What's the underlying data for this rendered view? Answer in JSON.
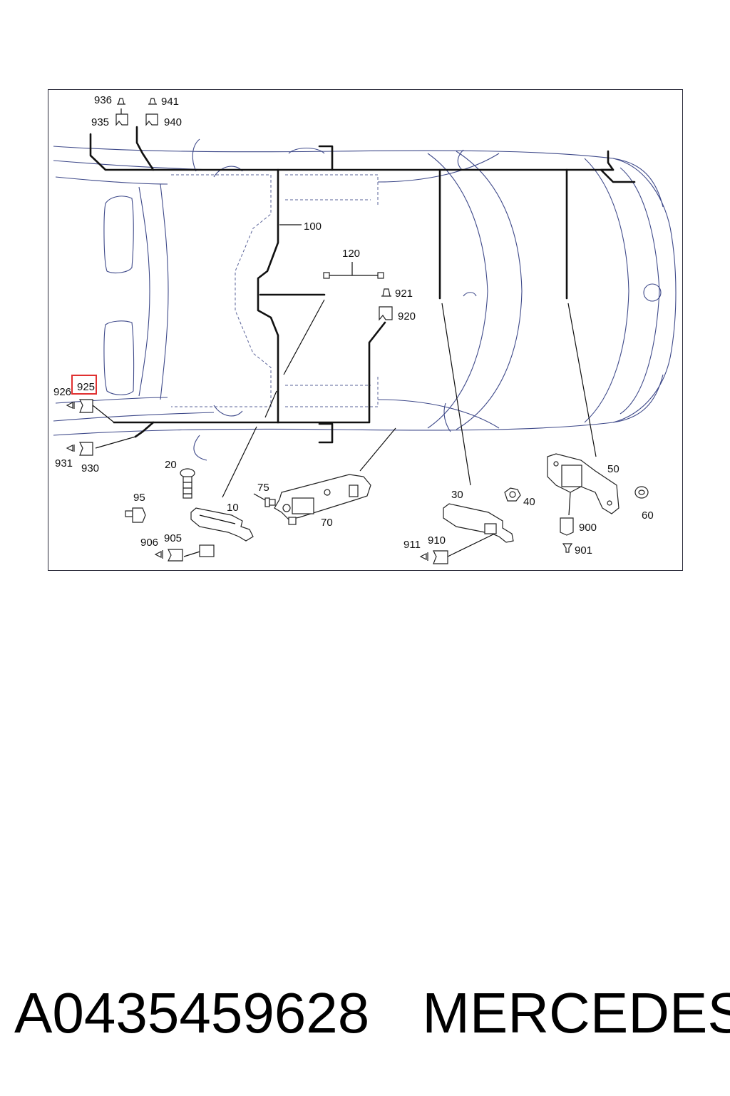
{
  "diagram": {
    "labels": {
      "l936": "936",
      "l941": "941",
      "l935": "935",
      "l940": "940",
      "l100": "100",
      "l120": "120",
      "l921": "921",
      "l920": "920",
      "l926": "926",
      "l925": "925",
      "l931": "931",
      "l930": "930",
      "l20": "20",
      "l95": "95",
      "l75": "75",
      "l10": "10",
      "l70": "70",
      "l906": "906",
      "l905": "905",
      "l30": "30",
      "l40": "40",
      "l911": "911",
      "l910": "910",
      "l50": "50",
      "l60": "60",
      "l900": "900",
      "l901": "901"
    },
    "highlighted_part": "925"
  },
  "footer": {
    "part_number": "A0435459628",
    "brand": "MERCEDES"
  },
  "colors": {
    "body_outline": "#3f4a8a",
    "harness": "#111111",
    "highlight": "#e03030"
  }
}
